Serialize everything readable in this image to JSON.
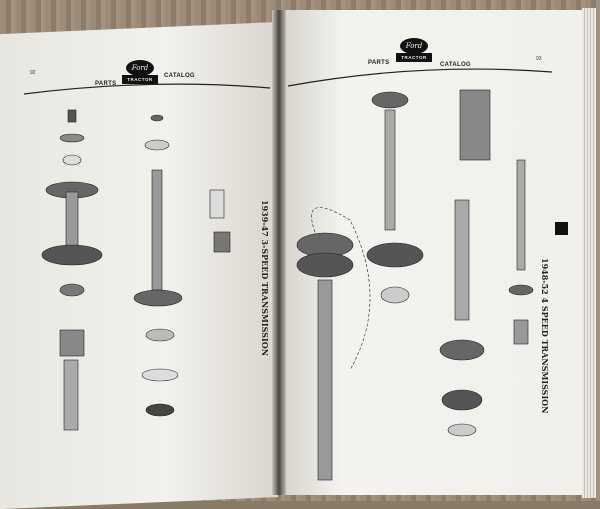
{
  "header": {
    "left_word": "PARTS",
    "brand": "Ford",
    "brand_sub": "TRACTOR",
    "right_word": "CATALOG"
  },
  "left_page": {
    "page_number": "92",
    "caption": "1939-47 3-SPEED TRANSMISSION"
  },
  "right_page": {
    "page_number": "93",
    "caption": "1948-52 4 SPEED TRANSMISSION"
  }
}
